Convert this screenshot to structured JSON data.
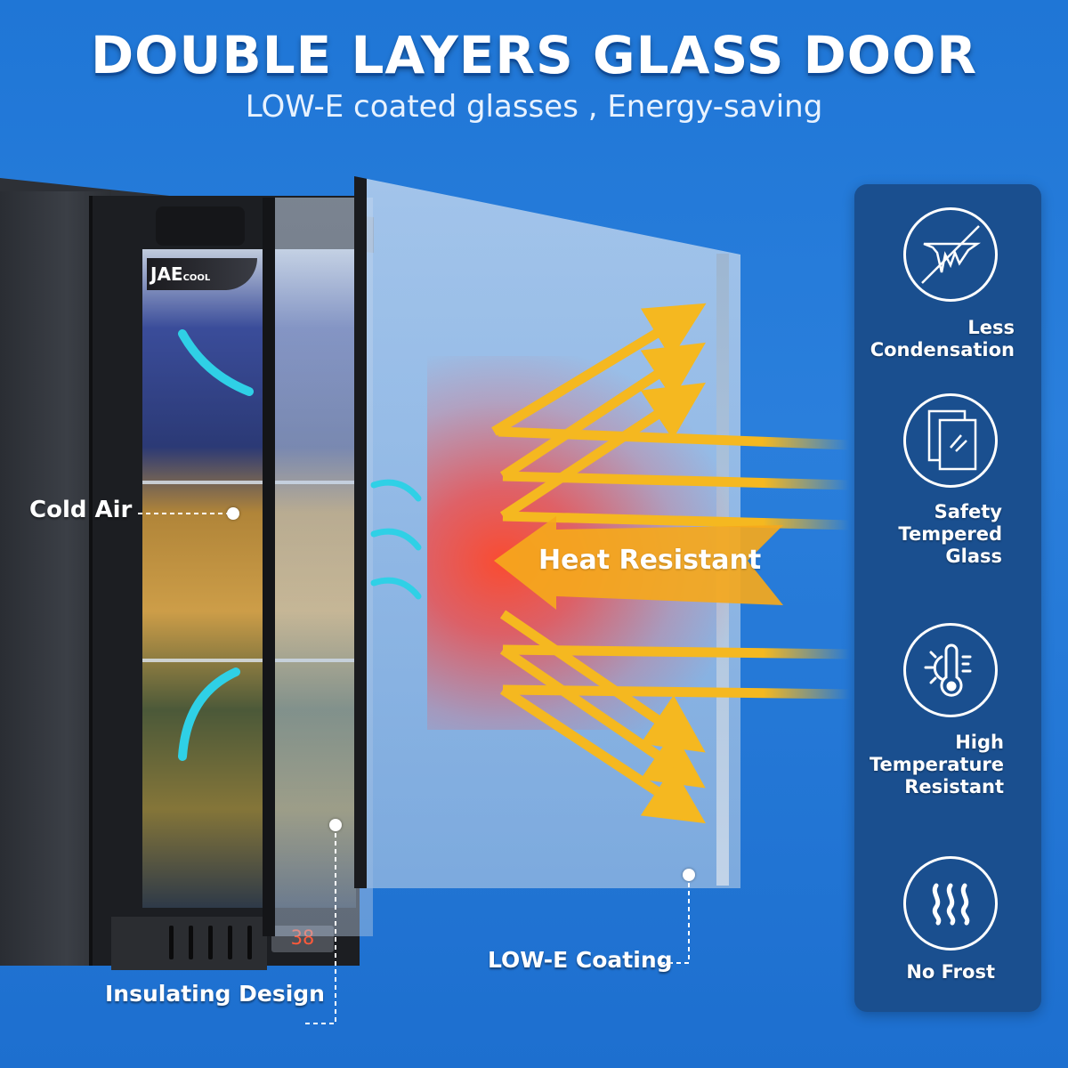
{
  "header": {
    "title": "DOUBLE LAYERS GLASS DOOR",
    "subtitle": "LOW-E coated glasses , Energy-saving"
  },
  "product": {
    "brand_logo": "JAE",
    "brand_logo_sub": "COOL",
    "temperature_display": "38"
  },
  "callouts": {
    "cold_air": "Cold Air",
    "insulating_design": "Insulating Design",
    "low_e_coating": "LOW-E Coating",
    "heat_resistant": "Heat Resistant"
  },
  "features": [
    {
      "icon": "no-condensation-icon",
      "label_lines": [
        "Less",
        "Condensation"
      ]
    },
    {
      "icon": "tempered-glass-icon",
      "label_lines": [
        "Safety",
        "Tempered",
        "Glass"
      ]
    },
    {
      "icon": "sun-thermometer-icon",
      "label_lines": [
        "High",
        "Temperature",
        "Resistant"
      ]
    },
    {
      "icon": "heat-waves-icon",
      "label_lines": [
        "No Frost"
      ]
    }
  ],
  "colors": {
    "background": "#2a7fdc",
    "panel": "#1a4f8f",
    "arrow": "#f5b820",
    "heat": "#ff4a2a",
    "cold_arrow": "#2fd0e6"
  }
}
